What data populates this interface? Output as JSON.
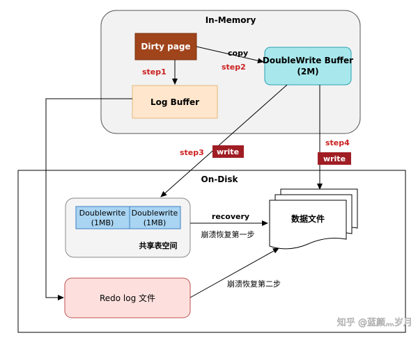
{
  "in_memory": {
    "title": "In-Memory",
    "dirty_page": "Dirty page",
    "log_buffer": "Log Buffer",
    "doublewrite_buffer_line1": "DoubleWrite Buffer",
    "doublewrite_buffer_line2": "(2M)",
    "step1": "step1",
    "step2": "step2",
    "copy": "copy"
  },
  "transfer": {
    "step3": "step3",
    "step4": "step4",
    "write_left": "write",
    "write_right": "write"
  },
  "on_disk": {
    "title": "On-Disk",
    "doublewrite_cell_1_line1": "Doublewrite",
    "doublewrite_cell_1_line2": "(1MB)",
    "doublewrite_cell_2_line1": "Doublewrite",
    "doublewrite_cell_2_line2": "(1MB)",
    "shared_tablespace": "共享表空间",
    "data_files": "数据文件",
    "recovery": "recovery",
    "crash_recovery_step1": "崩溃恢复第一步",
    "redo_log_file": "Redo log 文件",
    "crash_recovery_step2": "崩溃恢复第二步"
  },
  "watermark": "知乎 @蓝颜灬岁月",
  "colors": {
    "dirty_page": "#a0441b",
    "log_buffer": "#ffe6cc",
    "log_buffer_border": "#e6b87a",
    "doublewrite_buffer": "#a8e8ec",
    "doublewrite_buffer_border": "#2aa0b0",
    "doublewrite_cell": "#a9d4f2",
    "doublewrite_cell_border": "#3b7fc4",
    "in_memory_bg": "#f2f2f2",
    "shared_bg": "#f4f4f4",
    "redo_bg": "#fde0de",
    "redo_border": "#c05050",
    "step_red": "#cc1f1f",
    "write_bg": "#a01d24"
  }
}
